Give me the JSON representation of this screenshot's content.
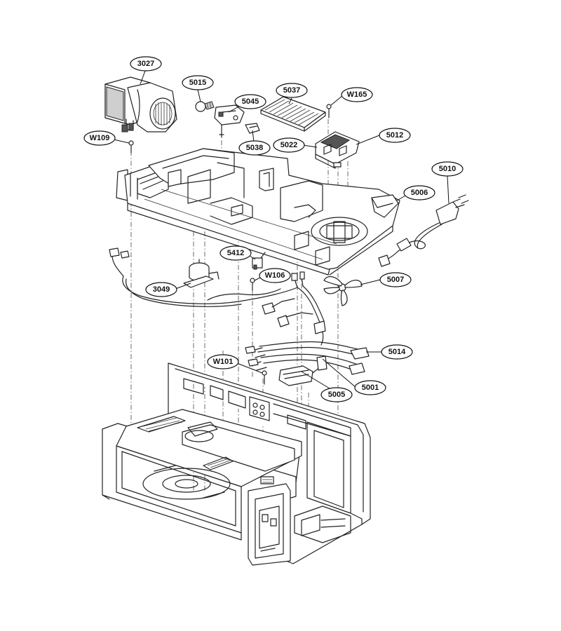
{
  "parts": [
    {
      "id": "p3027",
      "label": "3027"
    },
    {
      "id": "p5015",
      "label": "5015"
    },
    {
      "id": "p5045",
      "label": "5045"
    },
    {
      "id": "p5037",
      "label": "5037"
    },
    {
      "id": "pW165",
      "label": "W165"
    },
    {
      "id": "pW109",
      "label": "W109"
    },
    {
      "id": "p5038",
      "label": "5038"
    },
    {
      "id": "p5022",
      "label": "5022"
    },
    {
      "id": "p5012",
      "label": "5012"
    },
    {
      "id": "p5010",
      "label": "5010"
    },
    {
      "id": "p5006",
      "label": "5006"
    },
    {
      "id": "p5412",
      "label": "5412"
    },
    {
      "id": "pW106",
      "label": "W106"
    },
    {
      "id": "p3049",
      "label": "3049"
    },
    {
      "id": "p5007",
      "label": "5007"
    },
    {
      "id": "p5014",
      "label": "5014"
    },
    {
      "id": "pW101",
      "label": "W101"
    },
    {
      "id": "p5001",
      "label": "5001"
    },
    {
      "id": "p5005",
      "label": "5005"
    }
  ]
}
